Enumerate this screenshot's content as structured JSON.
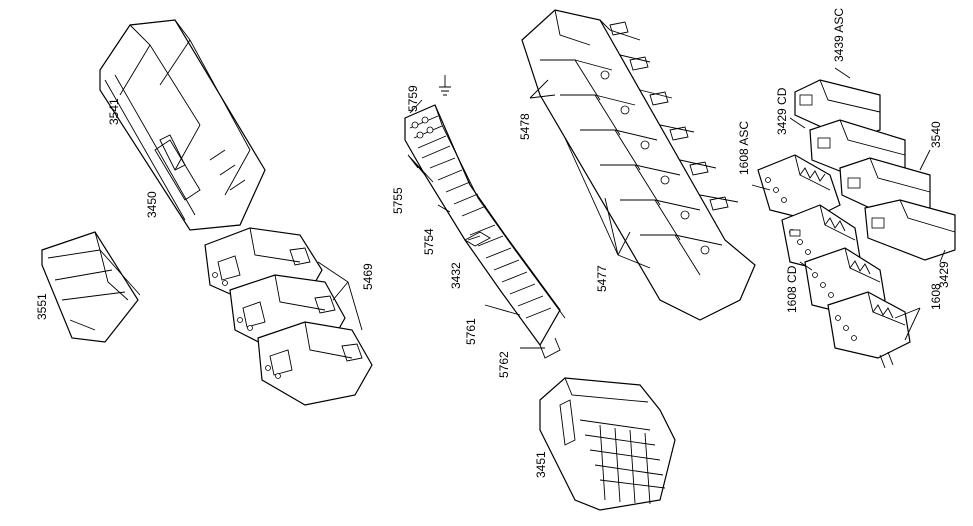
{
  "labels": {
    "l3541": "3541",
    "l3450": "3450",
    "l3551": "3551",
    "l5469": "5469",
    "l5759": "5759",
    "l5755": "5755",
    "l5754": "5754",
    "l3432": "3432",
    "l5761": "5761",
    "l5762": "5762",
    "l5478": "5478",
    "l5477": "5477",
    "l3451": "3451",
    "l3439asc": "3439 ASC",
    "l3429cd": "3429 CD",
    "l1608asc": "1608 ASC",
    "l3540": "3540",
    "l1608cd": "1608 CD",
    "l1608": "1608",
    "l3429": "3429"
  }
}
